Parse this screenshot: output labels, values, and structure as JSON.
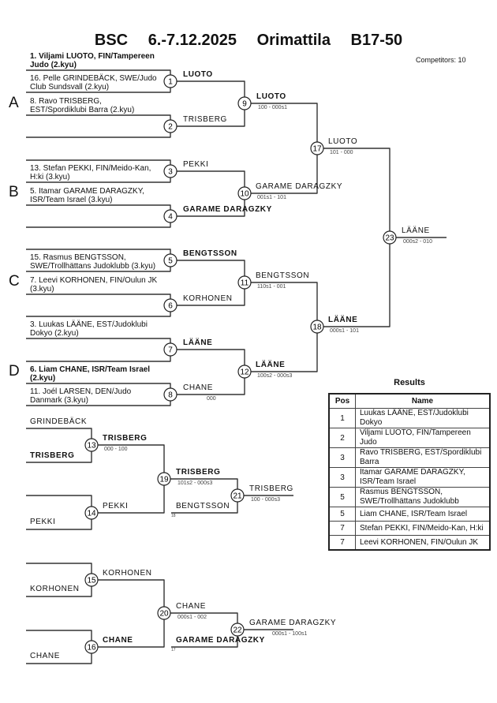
{
  "title": {
    "event": "BSC",
    "dates": "6.-7.12.2025",
    "place": "Orimattila",
    "category": "B17-50"
  },
  "competitors": "Competitors: 10",
  "pools": [
    "A",
    "B",
    "C",
    "D"
  ],
  "entries": [
    {
      "text": "1. Viljami LUOTO, FIN/Tampereen Judo (2.kyu)",
      "bold": true
    },
    {
      "text": "16. Pelle GRINDEBÄCK, SWE/Judo Club Sundsvall (2.kyu)",
      "bold": false
    },
    {
      "text": "8. Ravo TRISBERG, EST/Spordiklubi Barra (2.kyu)",
      "bold": false
    },
    {
      "text": "13. Stefan PEKKI, FIN/Meido-Kan, H:ki (3.kyu)",
      "bold": false
    },
    {
      "text": "5. Itamar GARAME DARAGZKY, ISR/Team Israel (3.kyu)",
      "bold": false
    },
    {
      "text": "15. Rasmus BENGTSSON, SWE/Trollhättans Judoklubb (3.kyu)",
      "bold": false
    },
    {
      "text": "7. Leevi KORHONEN, FIN/Oulun JK (3.kyu)",
      "bold": false
    },
    {
      "text": "3. Luukas LÄÄNE, EST/Judoklubi Dokyo (2.kyu)",
      "bold": false
    },
    {
      "text": "6. Liam CHANE, ISR/Team Israel (2.kyu)",
      "bold": true
    },
    {
      "text": "11. Joél LARSEN, DEN/Judo Danmark (3.kyu)",
      "bold": false
    }
  ],
  "matches": {
    "m1": {
      "number": "1",
      "winner": "LUOTO",
      "bold": true,
      "score": ""
    },
    "m2": {
      "number": "2",
      "winner": "TRISBERG",
      "bold": false,
      "score": ""
    },
    "m3": {
      "number": "3",
      "winner": "PEKKI",
      "bold": false,
      "score": ""
    },
    "m4": {
      "number": "4",
      "winner": "GARAME DARAGZKY",
      "bold": true,
      "score": ""
    },
    "m5": {
      "number": "5",
      "winner": "BENGTSSON",
      "bold": true,
      "score": ""
    },
    "m6": {
      "number": "6",
      "winner": "KORHONEN",
      "bold": false,
      "score": ""
    },
    "m7": {
      "number": "7",
      "winner": "LÄÄNE",
      "bold": true,
      "score": ""
    },
    "m8": {
      "number": "8",
      "winner": "CHANE",
      "bold": false,
      "score": "000"
    },
    "m9": {
      "number": "9",
      "winner": "LUOTO",
      "bold": true,
      "score": "100 - 000s1"
    },
    "m10": {
      "number": "10",
      "winner": "GARAME DARAGZKY",
      "bold": false,
      "score": "001s1 - 101"
    },
    "m11": {
      "number": "11",
      "winner": "BENGTSSON",
      "bold": false,
      "score": "110s1 - 001"
    },
    "m12": {
      "number": "12",
      "winner": "LÄÄNE",
      "bold": true,
      "score": "100s2 - 000s3"
    },
    "m17": {
      "number": "17",
      "winner": "LUOTO",
      "bold": false,
      "score": "101 - 000"
    },
    "m18": {
      "number": "18",
      "winner": "LÄÄNE",
      "bold": true,
      "score": "000s1 - 101"
    },
    "m23": {
      "number": "23",
      "winner": "LÄÄNE",
      "bold": false,
      "score": "000s2 - 010"
    },
    "m13": {
      "number": "13",
      "winner": "TRISBERG",
      "bold": true,
      "score": "000 - 100"
    },
    "m14": {
      "number": "14",
      "winner": "PEKKI",
      "bold": false,
      "score": ""
    },
    "m19": {
      "number": "19",
      "winner": "TRISBERG",
      "bold": true,
      "score": "101s2 - 000s3"
    },
    "m21": {
      "number": "21",
      "winner": "TRISBERG",
      "bold": false,
      "score": "100 - 000s3"
    },
    "m15": {
      "number": "15",
      "winner": "KORHONEN",
      "bold": false,
      "score": ""
    },
    "m16": {
      "number": "16",
      "winner": "CHANE",
      "bold": true,
      "score": ""
    },
    "m20": {
      "number": "20",
      "winner": "CHANE",
      "bold": false,
      "score": "000s1 - 002"
    },
    "m22": {
      "number": "22",
      "winner": "GARAME DARAGZKY",
      "bold": false,
      "score": "000s1 - 100s1"
    }
  },
  "repechage": {
    "entrants": [
      {
        "name": "GRINDEBÄCK",
        "bold": false
      },
      {
        "name": "TRISBERG",
        "bold": true
      },
      {
        "name": "PEKKI",
        "bold": false
      },
      {
        "name": "KORHONEN",
        "bold": false
      },
      {
        "name": "CHANE",
        "bold": false
      }
    ],
    "crossover": [
      {
        "name": "BENGTSSON",
        "bold": false,
        "from_match": "18"
      },
      {
        "name": "GARAME DARAGZKY",
        "bold": true,
        "from_match": "17"
      }
    ]
  },
  "results": {
    "title": "Results",
    "headers": [
      "Pos",
      "Name"
    ],
    "rows": [
      {
        "pos": "1",
        "name": "Luukas LÄÄNE, EST/Judoklubi Dokyo"
      },
      {
        "pos": "2",
        "name": "Viljami LUOTO, FIN/Tampereen Judo"
      },
      {
        "pos": "3",
        "name": "Ravo TRISBERG, EST/Spordiklubi Barra"
      },
      {
        "pos": "3",
        "name": "Itamar GARAME DARAGZKY, ISR/Team Israel"
      },
      {
        "pos": "5",
        "name": "Rasmus BENGTSSON, SWE/Trollhättans Judoklubb"
      },
      {
        "pos": "5",
        "name": "Liam CHANE, ISR/Team Israel"
      },
      {
        "pos": "7",
        "name": "Stefan PEKKI, FIN/Meido-Kan, H:ki"
      },
      {
        "pos": "7",
        "name": "Leevi KORHONEN, FIN/Oulun JK"
      }
    ]
  }
}
